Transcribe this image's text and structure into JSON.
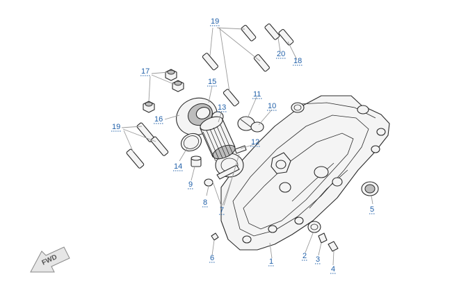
{
  "diagram": {
    "fwd_label": "FWD",
    "callouts": {
      "c1": "1",
      "c2": "2",
      "c3": "3",
      "c4": "4",
      "c5": "5",
      "c6": "6",
      "c7": "7",
      "c8": "8",
      "c9": "9",
      "c10": "10",
      "c11": "11",
      "c12": "12",
      "c13": "13",
      "c14": "14",
      "c15": "15",
      "c16": "16",
      "c17": "17",
      "c18": "18",
      "c19a": "19",
      "c19b": "19",
      "c20": "20"
    },
    "colors": {
      "callout": "#1f5fa8",
      "line": "#2a2a2a",
      "leader": "#9a9a9a"
    }
  }
}
